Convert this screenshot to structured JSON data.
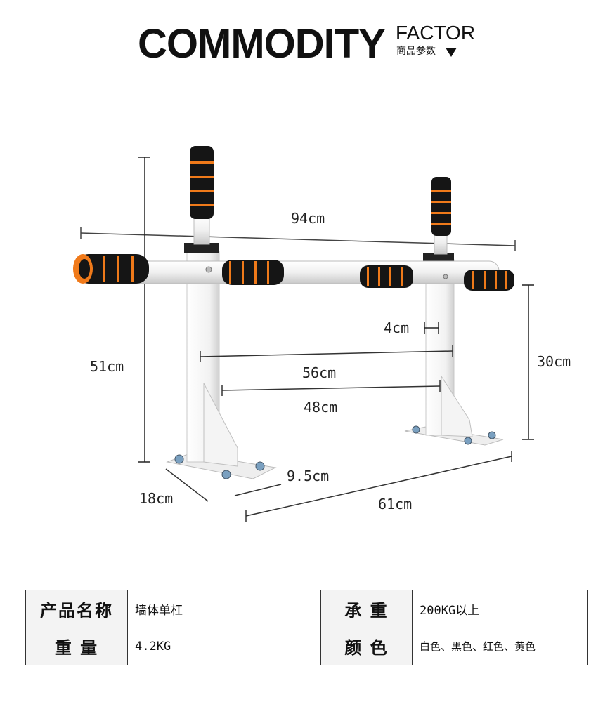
{
  "header": {
    "title": "COMMODITY",
    "subtitle": "FACTOR",
    "subtitle_cn": "商品参数"
  },
  "figure": {
    "dimensions": {
      "width_total": "94cm",
      "height_total": "51cm",
      "bracket_height": "30cm",
      "tube_width": "4cm",
      "outer_span": "56cm",
      "inner_span": "48cm",
      "base_depth": "18cm",
      "base_width": "9.5cm",
      "wall_distance": "61cm"
    }
  },
  "specs": {
    "rows": [
      {
        "key1": "产品名称",
        "val1": "墙体单杠",
        "key2": "承 重",
        "val2": "200KG以上"
      },
      {
        "key1": "重 量",
        "val1": "4.2KG",
        "key2": "颜 色",
        "val2": "白色、黑色、红色、黄色"
      }
    ]
  },
  "colors": {
    "foam_orange": "#f07a1a",
    "foam_black": "#151515",
    "frame_white": "#f2f2f2"
  }
}
